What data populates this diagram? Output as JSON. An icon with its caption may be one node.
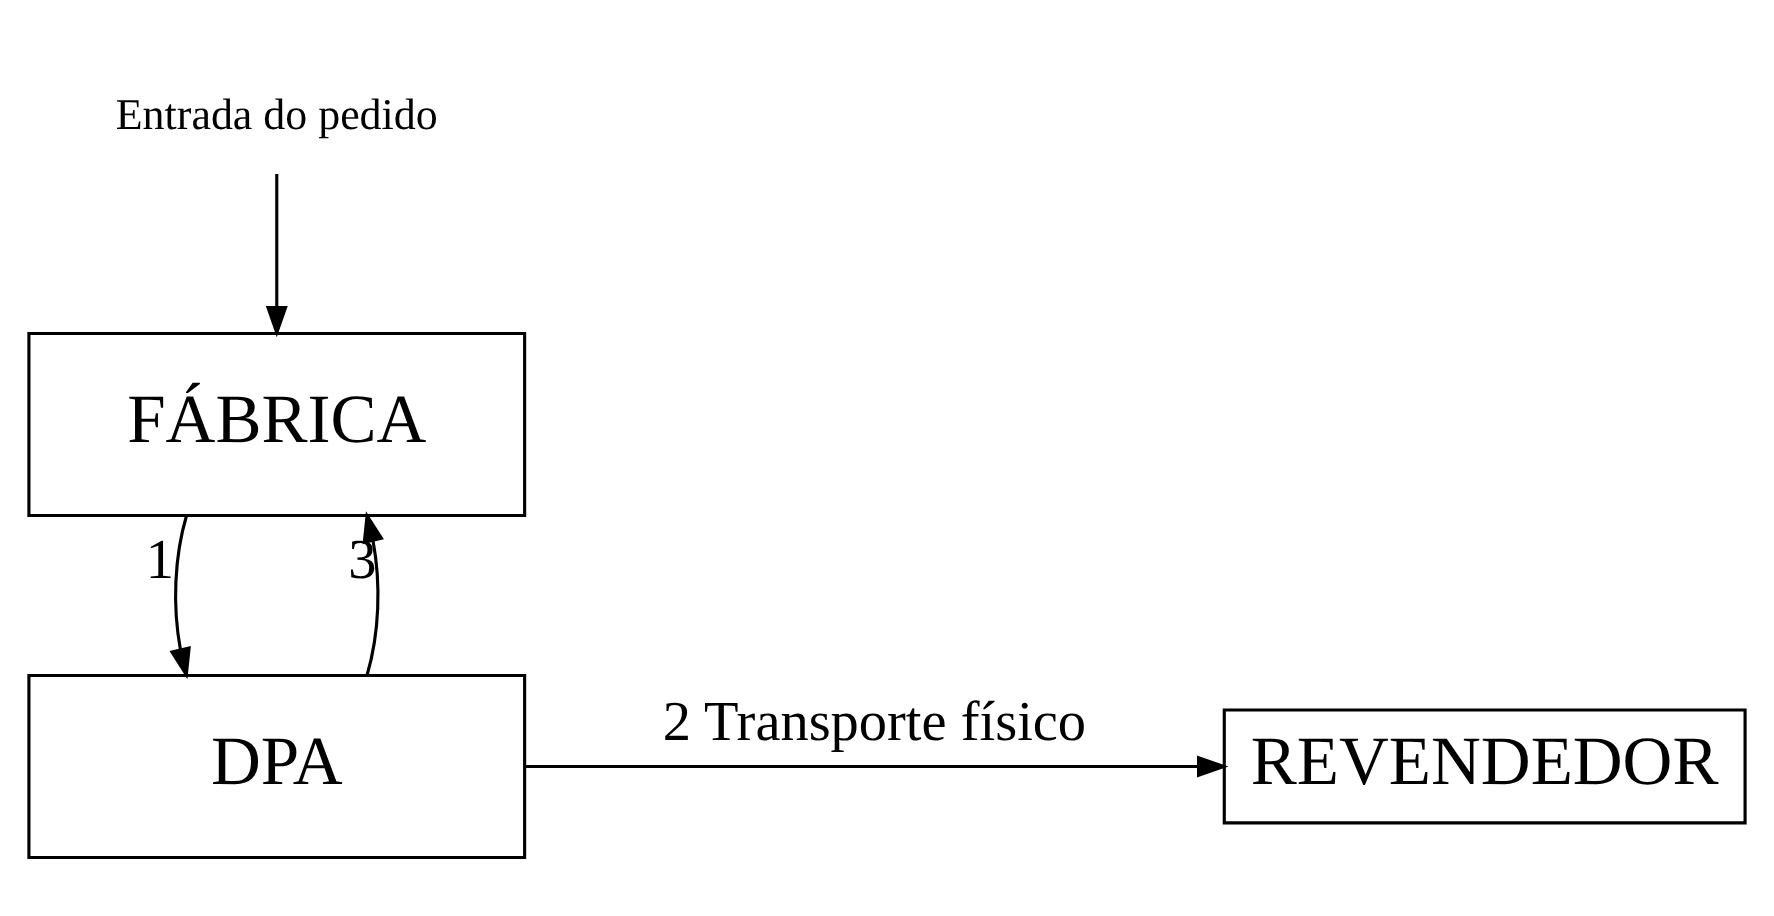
{
  "diagram": {
    "nodes": [
      {
        "text": [
          "Entrada do pedido"
        ]
      },
      {
        "text": [
          "FÁBRICA"
        ]
      },
      {
        "text": [
          "DPA"
        ]
      },
      {
        "text": [
          "REVENDEDOR"
        ]
      }
    ],
    "edges": [
      {
        "from": 0,
        "to": 1,
        "arrow": "to"
      },
      {
        "from": 1,
        "to": 2,
        "arrow": "to",
        "label": "1"
      },
      {
        "from": 2,
        "to": 1,
        "arrow": "to",
        "label": "3"
      },
      {
        "from": 2,
        "to": 3,
        "arrow": "to",
        "label": "2 Transporte físico"
      }
    ]
  }
}
